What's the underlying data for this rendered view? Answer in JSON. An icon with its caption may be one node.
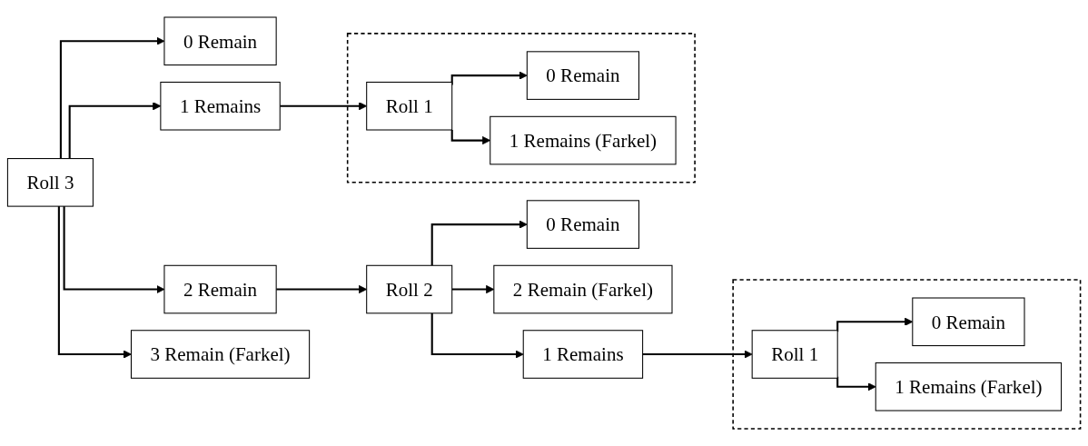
{
  "diagram": {
    "nodes": [
      {
        "text": [
          "Roll 3"
        ]
      },
      {
        "text": [
          "0 Remain"
        ]
      },
      {
        "text": [
          "1 Remains"
        ]
      },
      {
        "text": [],
        "shape": "box"
      },
      {
        "text": [
          "Roll 1"
        ],
        "in": 3
      },
      {
        "text": [
          "0 Remain"
        ],
        "in": 3
      },
      {
        "text": [
          "1 Remains (Farkel)"
        ],
        "in": 3
      },
      {
        "text": [
          "2 Remain"
        ]
      },
      {
        "text": [
          "3 Remain (Farkel)"
        ]
      },
      {
        "text": [
          "Roll 2"
        ]
      },
      {
        "text": [
          "0 Remain"
        ]
      },
      {
        "text": [
          "1 Remains"
        ]
      },
      {
        "text": [
          "2 Remain (Farkel)"
        ]
      },
      {
        "text": [],
        "shape": "box"
      },
      {
        "text": [
          "Roll 1"
        ],
        "in": 13
      },
      {
        "text": [
          "0 Remain"
        ],
        "in": 13
      },
      {
        "text": [
          "1 Remains (Farkel)"
        ],
        "in": 13
      }
    ],
    "edges": [
      {
        "from": 0,
        "to": 1,
        "arrow": "to"
      },
      {
        "from": 0,
        "to": 2,
        "arrow": "to"
      },
      {
        "from": 0,
        "to": 7,
        "arrow": "to"
      },
      {
        "from": 0,
        "to": 8,
        "arrow": "to"
      },
      {
        "from": 2,
        "to": 4,
        "arrow": "to"
      },
      {
        "from": 4,
        "to": 5,
        "arrow": "to"
      },
      {
        "from": 4,
        "to": 6,
        "arrow": "to"
      },
      {
        "from": 7,
        "to": 9,
        "arrow": "to"
      },
      {
        "from": 9,
        "to": 10,
        "arrow": "to"
      },
      {
        "from": 9,
        "to": 11,
        "arrow": "to"
      },
      {
        "from": 9,
        "to": 12,
        "arrow": "to"
      },
      {
        "from": 11,
        "to": 14,
        "arrow": "to"
      },
      {
        "from": 14,
        "to": 15,
        "arrow": "to"
      },
      {
        "from": 14,
        "to": 16,
        "arrow": "to"
      }
    ]
  }
}
